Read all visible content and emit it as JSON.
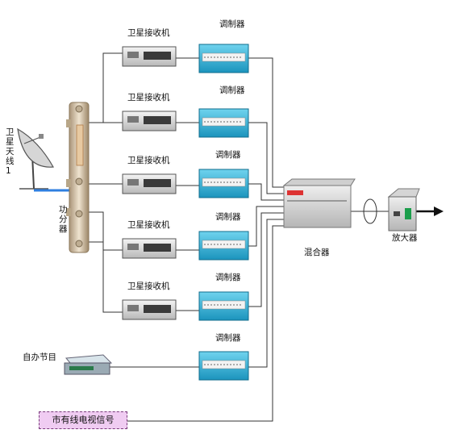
{
  "antenna": {
    "label": "卫星天线1"
  },
  "splitter": {
    "label": "功分器"
  },
  "receivers": [
    {
      "label": "卫星接收机"
    },
    {
      "label": "卫星接收机"
    },
    {
      "label": "卫星接收机"
    },
    {
      "label": "卫星接收机"
    },
    {
      "label": "卫星接收机"
    }
  ],
  "modulators": [
    {
      "label": "调制器"
    },
    {
      "label": "调制器"
    },
    {
      "label": "调制器"
    },
    {
      "label": "调制器"
    },
    {
      "label": "调制器"
    },
    {
      "label": "调制器"
    }
  ],
  "own_program": {
    "label": "自办节目"
  },
  "combiner": {
    "label": "混合器"
  },
  "amplifier": {
    "label": "放大器"
  },
  "city_cable": {
    "label": "市有线电视信号"
  },
  "colors": {
    "line": "#333333",
    "modulator_face": "#2fb3d6",
    "signal_arrow": "#111111",
    "city_box": "#f0ccf2"
  }
}
